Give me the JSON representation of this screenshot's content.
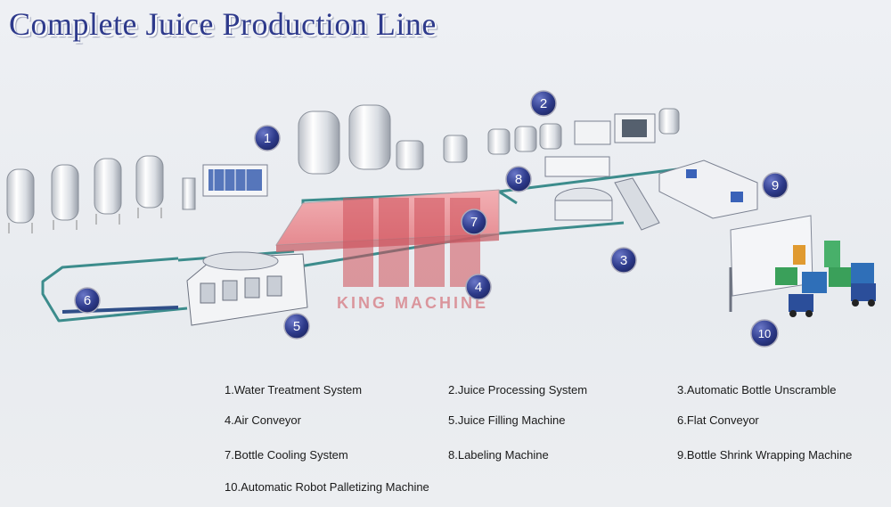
{
  "title": "Complete Juice Production Line",
  "watermark": {
    "brand": "KING MACHINE"
  },
  "badges": [
    "1",
    "2",
    "3",
    "4",
    "5",
    "6",
    "7",
    "8",
    "9",
    "10"
  ],
  "legend": [
    "1.Water Treatment System",
    "2.Juice Processing System",
    "3.Automatic Bottle Unscramble",
    "4.Air Conveyor",
    "5.Juice Filling Machine",
    "6.Flat Conveyor",
    "7.Bottle Cooling System",
    "8.Labeling Machine",
    "9.Bottle Shrink Wrapping Machine",
    "10.Automatic Robot Palletizing Machine"
  ],
  "colors": {
    "badge": "#2d3a8a",
    "title": "#2e3a8c",
    "watermark": "#d0505a",
    "conveyor": "#3c8c8c"
  }
}
